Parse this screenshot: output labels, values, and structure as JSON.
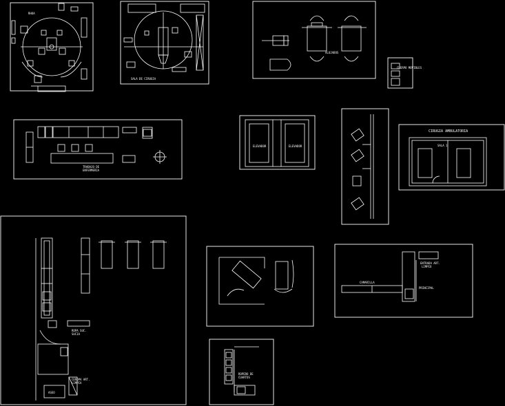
{
  "labels": {
    "rhoa": "RHOA",
    "sala_cirugia": "SALA DE CIRUGIA",
    "alojados": "ALOJADOS",
    "cuerpo_movibles": "CUERPO MOVIBLES",
    "elevador_1": "ELEVADOR",
    "elevador_2": "ELEVADOR",
    "cirugia_ambulatoria": "CIRUGIA AMBULATORIA",
    "sala_1": "SALA 1",
    "trabajo_enfermeria_1": "TRABAJO DE",
    "trabajo_enfermeria_2": "ENFERMERIA",
    "ropa_sucia_1": "ROPA SUC.",
    "ropa_sucia_2": "SUCIA",
    "ceropa_1": "CEROPA ART.",
    "ceropa_2": "LIMPIA",
    "aseo": "ASEO",
    "ropero_1": "ROPERO DE",
    "ropero_2": "CUARTOS",
    "camarilla": "CAMARILLA",
    "entrada_1": "ENTRADA ART.",
    "entrada_2": "LIMPIO",
    "principal": "PRINCIPAL"
  }
}
